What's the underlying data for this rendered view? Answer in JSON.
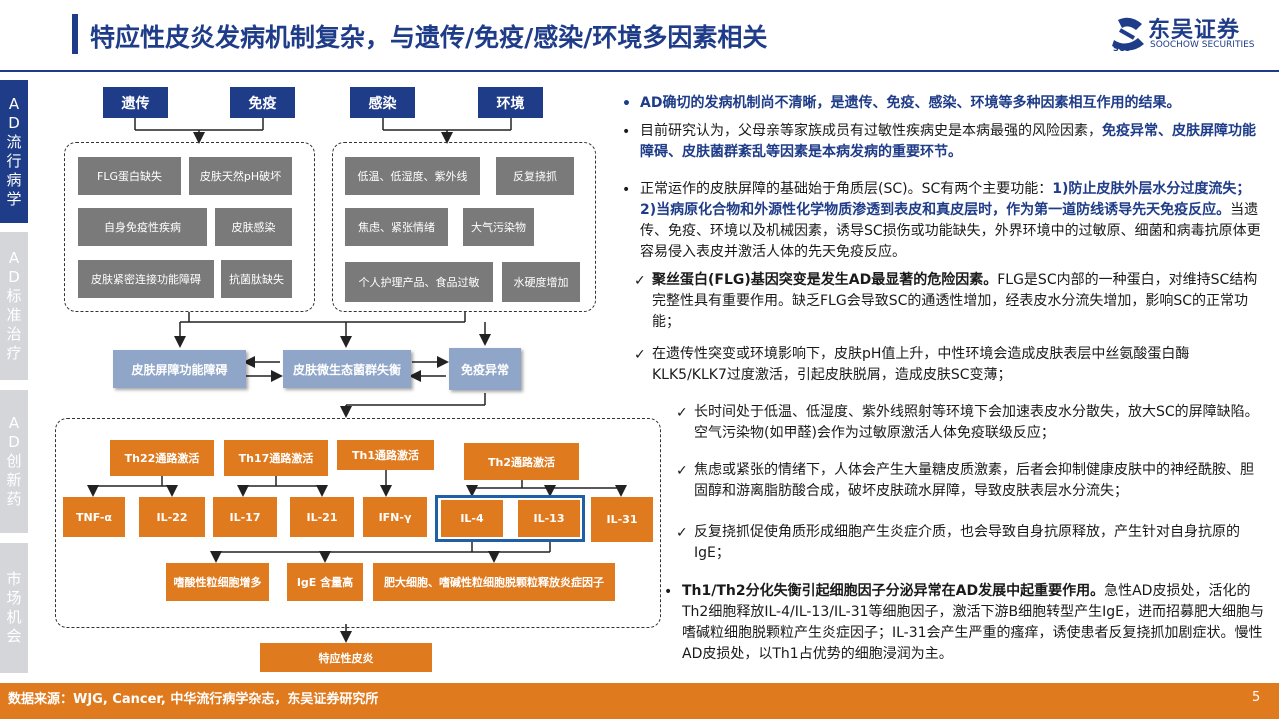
{
  "header": {
    "title": "特应性皮炎发病机制复杂，与遗传/免疫/感染/环境多因素相关",
    "logo_name": "东吴证券",
    "logo_en": "SOOCHOW SECURITIES",
    "logo_abbr": "SCS"
  },
  "side_tabs": [
    {
      "label": "AD流行病学",
      "active": true
    },
    {
      "label": "AD标准治疗",
      "active": false
    },
    {
      "label": "AD创新药",
      "active": false
    },
    {
      "label": "市场机会",
      "active": false
    }
  ],
  "diagram": {
    "factors": [
      "遗传",
      "免疫",
      "感染",
      "环境"
    ],
    "left_group": [
      "FLG蛋白缺失",
      "皮肤天然pH破坏",
      "自身免疫性疾病",
      "皮肤感染",
      "皮肤紧密连接功能障碍",
      "抗菌肽缺失"
    ],
    "right_group": [
      "低温、低湿度、紫外线",
      "反复挠抓",
      "焦虑、紧张情绪",
      "大气污染物",
      "个人护理产品、食品过敏",
      "水硬度增加"
    ],
    "middle": [
      "皮肤屏障功能障碍",
      "皮肤微生态菌群失衡",
      "免疫异常"
    ],
    "pathways": [
      "Th22通路激活",
      "Th17通路激活",
      "Th1通路激活",
      "Th2通路激活"
    ],
    "cytokines": [
      "TNF-α",
      "IL-22",
      "IL-17",
      "IL-21",
      "IFN-γ",
      "IL-4",
      "IL-13",
      "IL-31"
    ],
    "effects": [
      "嗜酸性粒细胞增多",
      "IgE 含量高",
      "肥大细胞、嗜碱性粒细胞脱颗粒释放炎症因子"
    ],
    "outcome": "特应性皮炎"
  },
  "text": {
    "p1": "AD确切的发病机制尚不清晰，是遗传、免疫、感染、环境等多种因素相互作用的结果。",
    "p2a": "目前研究认为，父母亲等家族成员有过敏性疾病史是本病最强的风险因素，",
    "p2b": "免疫异常、皮肤屏障功能障碍、皮肤菌群紊乱等因素是本病发病的重要环节。",
    "p3a": "正常运作的皮肤屏障的基础始于角质层(SC)。SC有两个主要功能：",
    "p3b": "1)防止皮肤外层水分过度流失；2)当病原化合物和外源性化学物质渗透到表皮和真皮层时，作为第一道防线诱导先天免疫反应。",
    "p3c": "当遗传、免疫、环境以及机械因素，诱导SC损伤或功能缺失，外界环境中的过敏原、细菌和病毒抗原体更容易侵入表皮并激活人体的先天免疫反应。",
    "c1a": "聚丝蛋白(FLG)基因突变是发生AD最显著的危险因素。",
    "c1b": "FLG是SC内部的一种蛋白，对维持SC结构完整性具有重要作用。缺乏FLG会导致SC的通透性增加，经表皮水分流失增加，影响SC的正常功能；",
    "c2": "在遗传性突变或环境影响下，皮肤pH值上升，中性环境会造成皮肤表层中丝氨酸蛋白酶KLK5/KLK7过度激活，引起皮肤脱屑，造成皮肤SC变薄；",
    "c3": "长时间处于低温、低湿度、紫外线照射等环境下会加速表皮水分散失，放大SC的屏障缺陷。空气污染物(如甲醛)会作为过敏原激活人体免疫联级反应；",
    "c4": "焦虑或紧张的情绪下，人体会产生大量糖皮质激素，后者会抑制健康皮肤中的神经酰胺、胆固醇和游离脂肪酸合成，破坏皮肤疏水屏障，导致皮肤表层水分流失；",
    "c5": "反复挠抓促使角质形成细胞产生炎症介质，也会导致自身抗原释放，产生针对自身抗原的IgE；",
    "p4a": "Th1/Th2分化失衡引起细胞因子分泌异常在AD发展中起重要作用。",
    "p4b": "急性AD皮损处，活化的Th2细胞释放IL-4/IL-13/IL-31等细胞因子，激活下游B细胞转型产生IgE，进而招募肥大细胞与嗜碱粒细胞脱颗粒产生炎症因子；IL-31会产生严重的瘙痒，诱使患者反复挠抓加剧症状。慢性AD皮损处，以Th1占优势的细胞浸润为主。",
    "bullet": "•",
    "check": "✓"
  },
  "footer": {
    "source": "数据来源：WJG, Cancer, 中华流行病学杂志，东吴证券研究所",
    "page": "5"
  },
  "colors": {
    "brand": "#1f3c88",
    "accent": "#e07a1f",
    "grey_box": "#7a7a7a",
    "mid_box": "#8fa6c8"
  }
}
